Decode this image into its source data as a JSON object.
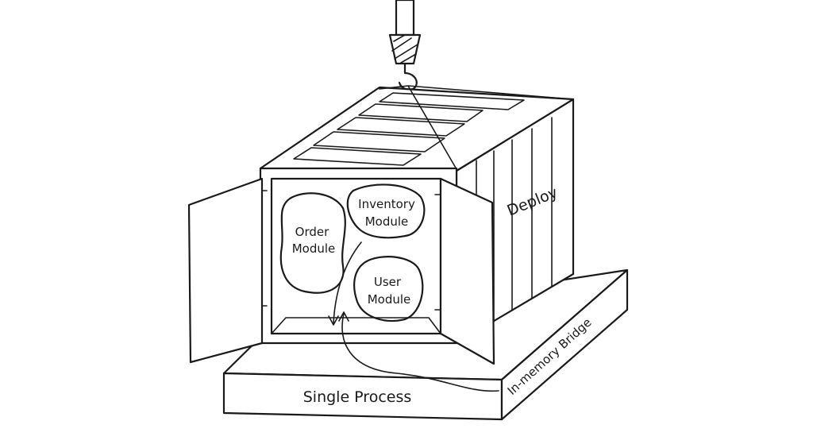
{
  "diagram": {
    "modules": {
      "order": [
        "Order",
        "Module"
      ],
      "inventory": [
        "Inventory",
        "Module"
      ],
      "user": [
        "User",
        "Module"
      ]
    },
    "container_side_label": "Deploy",
    "platform_label": "Single Process",
    "bridge_label": "In-memory Bridge",
    "colors": {
      "ink": "#1a1a1a",
      "background": "#ffffff"
    }
  }
}
